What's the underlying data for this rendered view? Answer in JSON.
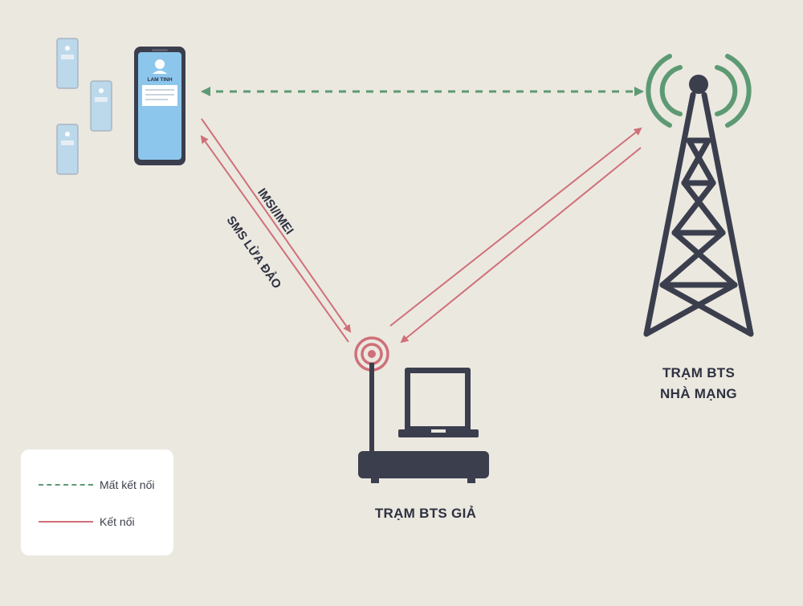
{
  "phone": {
    "name_text": "LAM TINH"
  },
  "labels": {
    "tower": [
      "TRẠM BTS",
      "NHÀ MẠNG"
    ],
    "fake_bts": "TRẠM BTS GIẢ",
    "imsi": "IMSI/IMEI",
    "sms": "SMS LỪA ĐẢO"
  },
  "legend": {
    "items": [
      {
        "style": "dashed",
        "label": "Mất kết nối"
      },
      {
        "style": "solid",
        "label": "Kết nối"
      }
    ]
  },
  "colors": {
    "background": "#ebe8e0",
    "dark": "#3b3e4d",
    "green": "#5d9a73",
    "red": "#cf7078",
    "phone_screen": "#8cc6ec"
  }
}
